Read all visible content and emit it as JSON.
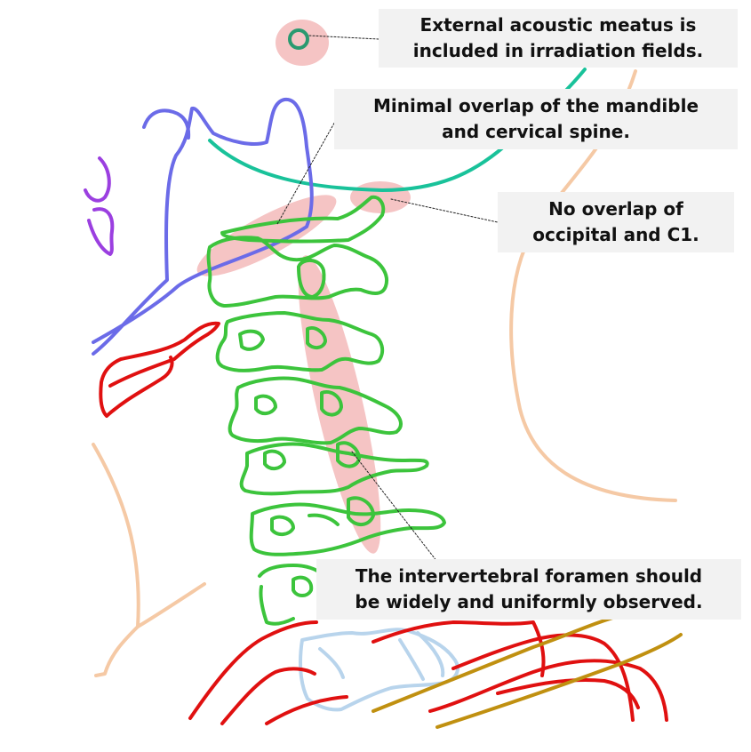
{
  "callouts": {
    "meatus": [
      "External acoustic meatus is",
      "included in irradiation fields."
    ],
    "mandible": [
      "Minimal overlap of the mandible",
      "and cervical spine."
    ],
    "occipital": [
      "No overlap of",
      "occipital and C1."
    ],
    "foramen": [
      "The intervertebral foramen should",
      "be widely and uniformly observed."
    ]
  },
  "colors": {
    "spine": "#3cc43c",
    "mandible": "#6b6be8",
    "occipital": "#19c29a",
    "ear": "#9b3fe0",
    "hyoid": "#e01010",
    "skin": "#f5c9a5",
    "clavicle": "#c09010",
    "scapula": "#b8d4ec",
    "highlight": "#f5b8b8",
    "meatus_ring": "#2a9a70"
  }
}
